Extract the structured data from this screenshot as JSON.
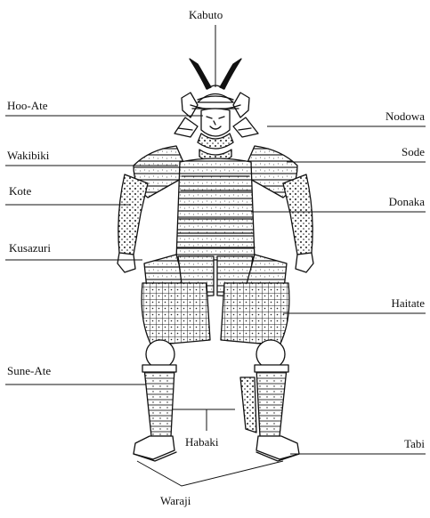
{
  "labels": {
    "kabuto": "Kabuto",
    "hoo_ate": "Hoo-Ate",
    "nodowa": "Nodowa",
    "wakibiki": "Wakibiki",
    "sode": "Sode",
    "kote": "Kote",
    "donaka": "Donaka",
    "kusazuri": "Kusazuri",
    "haitate": "Haitate",
    "sune_ate": "Sune-Ate",
    "habaki": "Habaki",
    "tabi": "Tabi",
    "waraji": "Waraji"
  },
  "colors": {
    "ink": "#111111",
    "paper": "#ffffff"
  }
}
